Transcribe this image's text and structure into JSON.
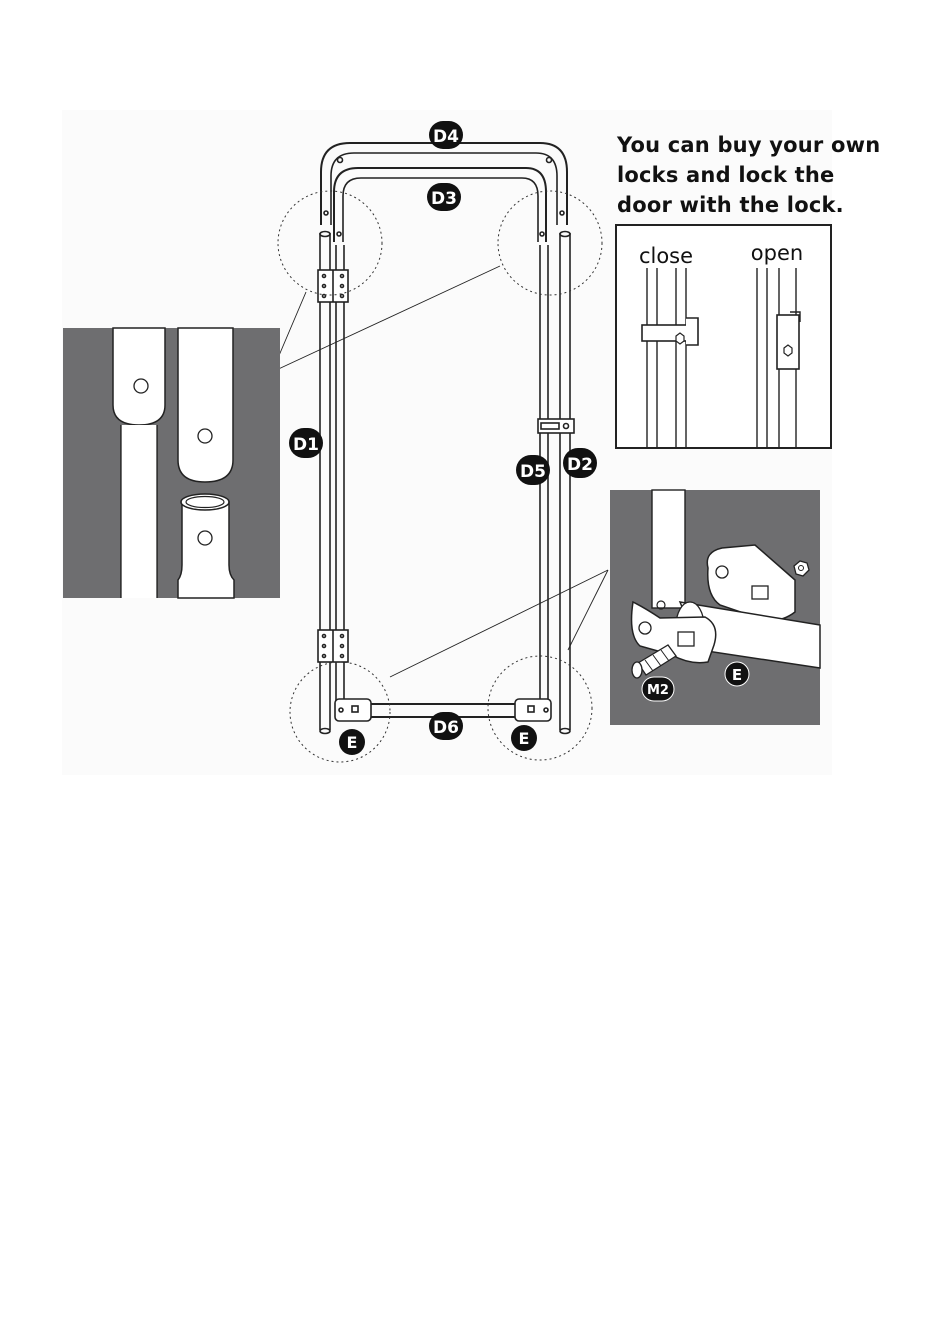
{
  "note": {
    "line1": "You can buy your own",
    "line2": "locks and lock the",
    "line3": "door with the lock."
  },
  "lock_states": {
    "close": "close",
    "open": "open"
  },
  "part_labels": {
    "d1": "D1",
    "d2": "D2",
    "d3": "D3",
    "d4": "D4",
    "d5": "D5",
    "d6": "D6",
    "e_left": "E",
    "e_right": "E",
    "detail_e": "E",
    "detail_m2": "M2"
  },
  "colors": {
    "detail_bg": "#6e6e70",
    "line": "#222222",
    "tube_fill": "#ffffff",
    "label_bg": "#111111"
  }
}
